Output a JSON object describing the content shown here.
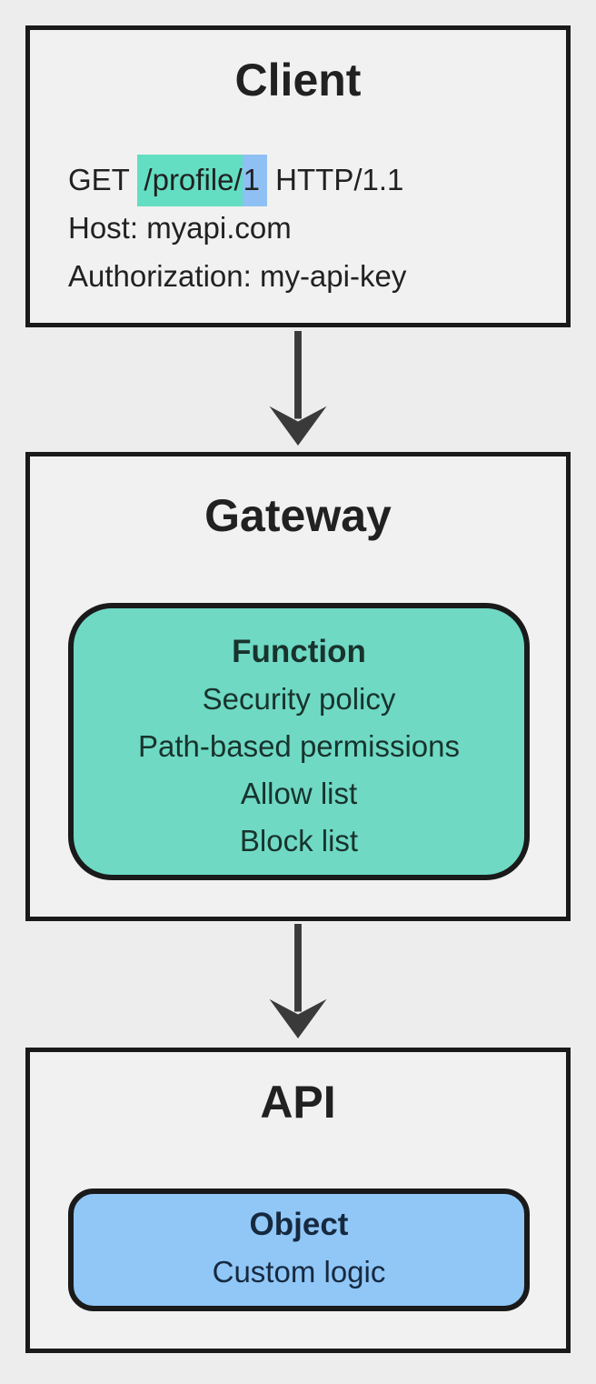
{
  "colors": {
    "background": "#eeedee",
    "box_fill": "#f2f1f1",
    "border": "#1a1a1a",
    "arrow": "#3a3a3a",
    "teal": "#6fd9c4",
    "teal_highlight": "#63dec3",
    "blue": "#90c7f7",
    "blue_highlight": "#8fc0f4",
    "text": "#212121",
    "teal_text": "#18332c",
    "blue_text": "#16293f"
  },
  "client": {
    "title": "Client",
    "request": {
      "method": "GET ",
      "path": "/profile/",
      "resource_id": "1",
      "protocol": " HTTP/1.1",
      "host_line": "Host: myapi.com",
      "auth_line": "Authorization: my-api-key"
    }
  },
  "gateway": {
    "title": "Gateway",
    "function_node": {
      "title": "Function",
      "items": [
        "Security policy",
        "Path-based permissions",
        "Allow list",
        "Block list"
      ]
    }
  },
  "api": {
    "title": "API",
    "object_node": {
      "title": "Object",
      "items": [
        "Custom logic"
      ]
    }
  }
}
